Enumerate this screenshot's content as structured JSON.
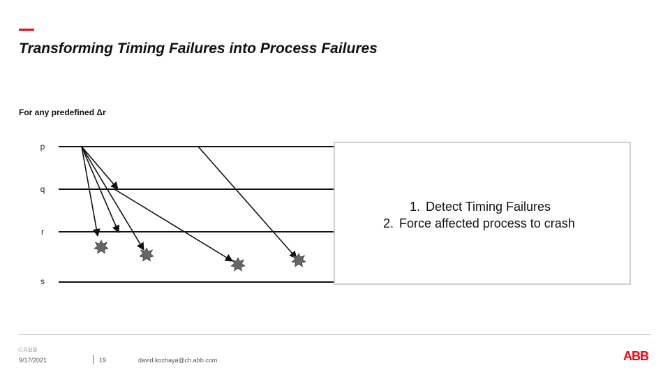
{
  "slide": {
    "title": "Transforming Timing Failures into Process Failures",
    "subtitle": "For any  predefined Δr"
  },
  "processes": [
    {
      "label": "p"
    },
    {
      "label": "q"
    },
    {
      "label": "r"
    },
    {
      "label": "s"
    }
  ],
  "callout": {
    "steps": [
      {
        "num": "1.",
        "text": "Detect Timing Failures"
      },
      {
        "num": "2.",
        "text": "Force affected process to crash"
      }
    ]
  },
  "icons": {
    "crash": "crash-burst-icon",
    "crash_color": "#666666",
    "arrow_color": "#111111"
  },
  "footer": {
    "mini_logo": "©ABB",
    "date": "9/17/2021",
    "page": "19",
    "email": "david.kozhaya@ch.abb.com",
    "logo": "ABB",
    "logo_color": "#ff000f"
  }
}
